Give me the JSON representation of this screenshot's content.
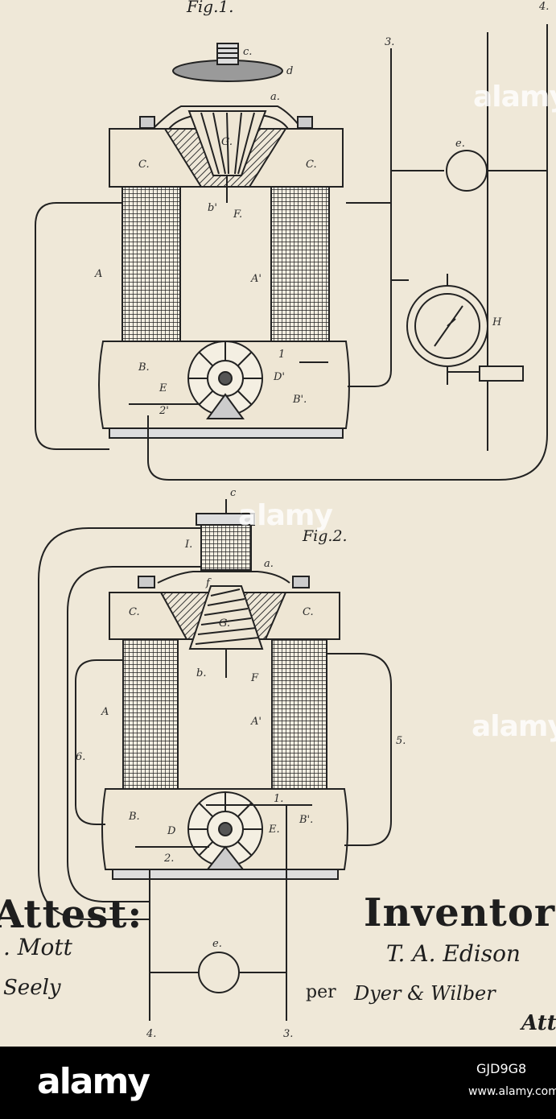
{
  "figures": {
    "fig1": {
      "title": "Fig.1.",
      "labels": {
        "c": "c.",
        "d": "d",
        "a": "a.",
        "G": "G.",
        "C_left": "C.",
        "C_right": "C.",
        "b": "b'",
        "F": "F.",
        "A": "A",
        "A_prime": "A'",
        "B": "B.",
        "B_prime": "B'.",
        "E": "E",
        "D_prime": "D'",
        "wire_1": "1",
        "wire_2": "2'",
        "e": "e.",
        "H": "H",
        "wire_3": "3.",
        "wire_4": "4."
      }
    },
    "fig2": {
      "title": "Fig.2.",
      "labels": {
        "c": "c",
        "I": "I.",
        "a": "a.",
        "f": "f",
        "G": "G.",
        "C_left": "C.",
        "C_right": "C.",
        "b": "b.",
        "F": "F",
        "A": "A",
        "A_prime": "A'",
        "B": "B.",
        "B_prime": "B'.",
        "D": "D",
        "E": "E.",
        "wire_1": "1.",
        "wire_2": "2.",
        "wire_5": "5.",
        "wire_6": "6.",
        "e": "e.",
        "wire_3": "3.",
        "wire_4": "4."
      }
    }
  },
  "signatures": {
    "witnesses_heading": "Attest:",
    "witness_1": ". Mott",
    "witness_2": "Seely",
    "inventor_heading": "Inventor",
    "inventor_name": "T. A. Edison",
    "per_label": "per",
    "attorneys": "Dyer & Wilber",
    "attorney_partial": "Att"
  },
  "watermarks": [
    "alamy",
    "alamy",
    "alamy"
  ],
  "footer": {
    "logo": "alamy",
    "image_id": "GJD9G8",
    "url": "www.alamy.com"
  },
  "colors": {
    "paper": "#efe8d8",
    "ink": "#2a2a2a",
    "footer_bg": "#000000"
  }
}
